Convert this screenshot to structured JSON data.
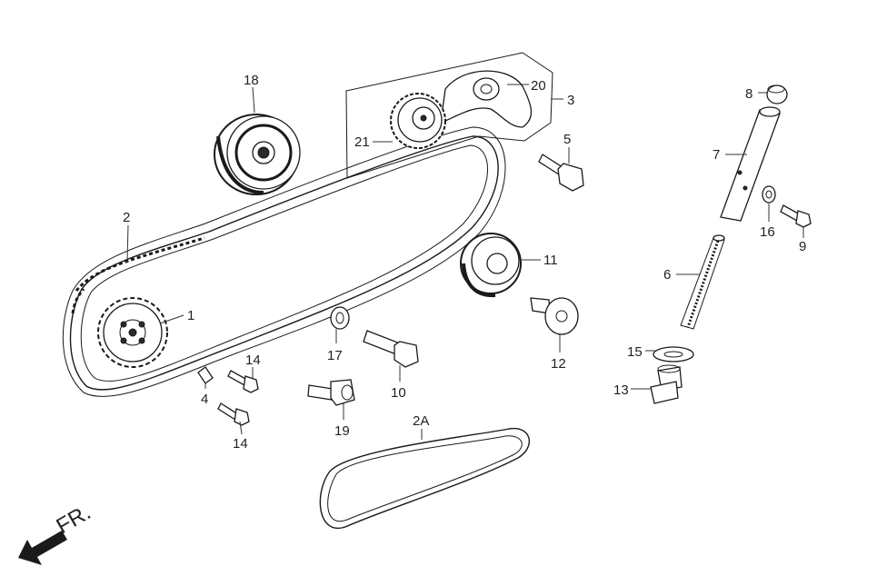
{
  "callouts": {
    "p1": "1",
    "p2": "2",
    "p2a": "2A",
    "p3": "3",
    "p4": "4",
    "p5": "5",
    "p6": "6",
    "p7": "7",
    "p8": "8",
    "p9": "9",
    "p10": "10",
    "p11": "11",
    "p12": "12",
    "p13": "13",
    "p14a": "14",
    "p14b": "14",
    "p15": "15",
    "p16": "16",
    "p17": "17",
    "p18": "18",
    "p19": "19",
    "p20": "20",
    "p21": "21"
  },
  "direction": {
    "label": "FR."
  }
}
